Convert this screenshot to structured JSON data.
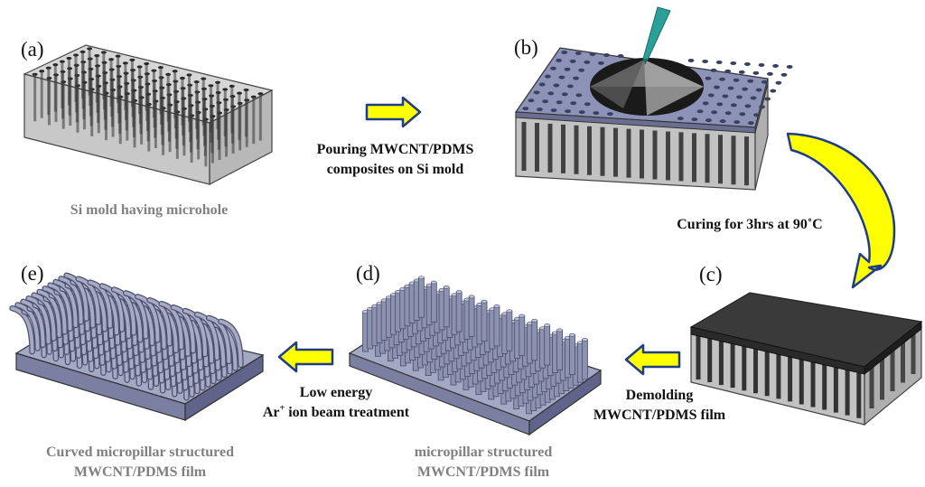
{
  "colors": {
    "arrow_fill": "#ffff00",
    "arrow_stroke": "#1f3c88",
    "mold_gray": "#8a8a8a",
    "film_blue": "#8d93b8",
    "dark_top": "#3a3a3a",
    "caption_gray": "#808080"
  },
  "panels": {
    "a": {
      "letter": "(a)",
      "caption": "Si mold having microhole"
    },
    "b": {
      "letter": "(b)"
    },
    "c": {
      "letter": "(c)"
    },
    "d": {
      "letter": "(d)",
      "caption_line1": "micropillar structured",
      "caption_line2": "MWCNT/PDMS film"
    },
    "e": {
      "letter": "(e)",
      "caption_line1": "Curved micropillar structured",
      "caption_line2": "MWCNT/PDMS film"
    }
  },
  "steps": {
    "pour": {
      "line1": "Pouring MWCNT/PDMS",
      "line2": "composites on Si mold"
    },
    "cure": {
      "text": "Curing for 3hrs at 90˚C"
    },
    "demold": {
      "line1": "Demolding",
      "line2": "MWCNT/PDMS film"
    },
    "ion": {
      "line1": "Low energy",
      "ion_prefix": "Ar",
      "ion_charge": "+",
      "ion_rest": " ion beam treatment"
    }
  },
  "icons": {
    "arrow_right": "right-arrow-icon",
    "arrow_left": "left-arrow-icon",
    "arrow_curved": "curved-arrow-icon",
    "pipette": "pipette-icon"
  }
}
